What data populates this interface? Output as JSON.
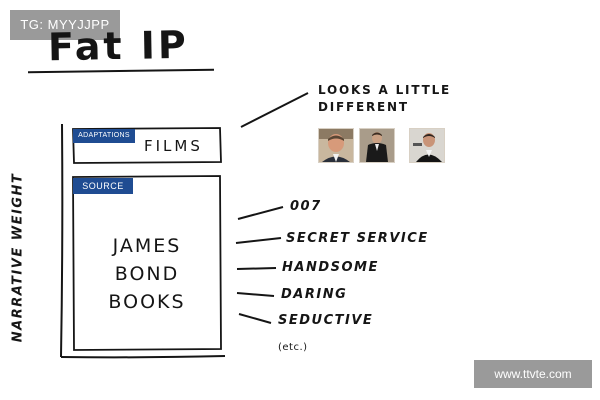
{
  "badges": {
    "top_left": "TG: MYYJJPP",
    "watermark": "www.ttvte.com"
  },
  "title": "Fat IP",
  "diagram": {
    "y_axis_label": "NARRATIVE WEIGHT",
    "adaptations": {
      "tag": "ADAPTATIONS",
      "text": "FILMS"
    },
    "source": {
      "tag": "SOURCE",
      "lines": [
        "JAMES",
        "BOND",
        "BOOKS"
      ]
    },
    "callout_top": {
      "line1": "LOOKS A LITTLE",
      "line2": "DIFFERENT"
    },
    "photos": [
      {
        "icon": "actor-portrait-1"
      },
      {
        "icon": "actor-portrait-2"
      },
      {
        "icon": "actor-portrait-3"
      }
    ],
    "attributes": [
      "007",
      "SECRET SERVICE",
      "HANDSOME",
      "DARING",
      "SEDUCTIVE"
    ],
    "etc": "(etc.)"
  },
  "colors": {
    "tag_blue": "#1f4c92",
    "ink": "#151515",
    "badge_gray": "#9a9a9a"
  }
}
